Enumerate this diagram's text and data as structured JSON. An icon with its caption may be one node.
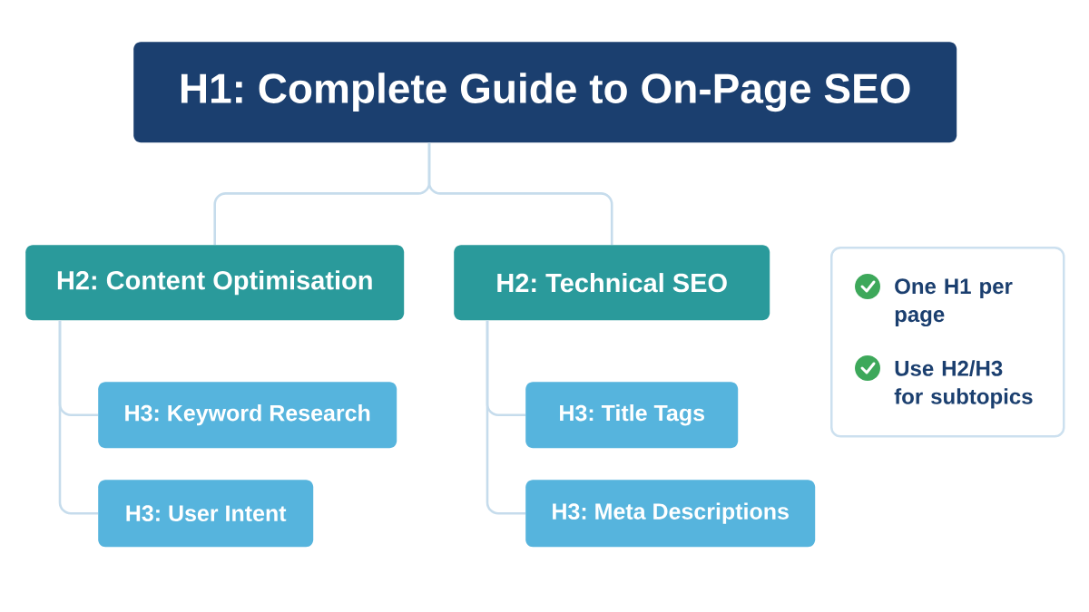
{
  "diagram": {
    "nodes": [
      {
        "text": [
          "H1: Complete Guide to On-Page SEO"
        ]
      },
      {
        "text": [
          "H2: Content Optimisation"
        ]
      },
      {
        "text": [
          "H2: Technical SEO"
        ]
      },
      {
        "text": [
          "H3: Keyword Research"
        ]
      },
      {
        "text": [
          "H3: User Intent"
        ]
      },
      {
        "text": [
          "H3: Title Tags"
        ]
      },
      {
        "text": [
          "H3: Meta Descriptions"
        ]
      },
      {
        "text": [
          "One H1 per page",
          "Use H2/H3 for subtopics"
        ]
      }
    ],
    "edges": [
      {
        "from": 0,
        "to": 1,
        "arrow": "none"
      },
      {
        "from": 0,
        "to": 2,
        "arrow": "none"
      },
      {
        "from": 1,
        "to": 3,
        "arrow": "none"
      },
      {
        "from": 1,
        "to": 4,
        "arrow": "none"
      },
      {
        "from": 2,
        "to": 5,
        "arrow": "none"
      },
      {
        "from": 2,
        "to": 6,
        "arrow": "none"
      }
    ]
  }
}
